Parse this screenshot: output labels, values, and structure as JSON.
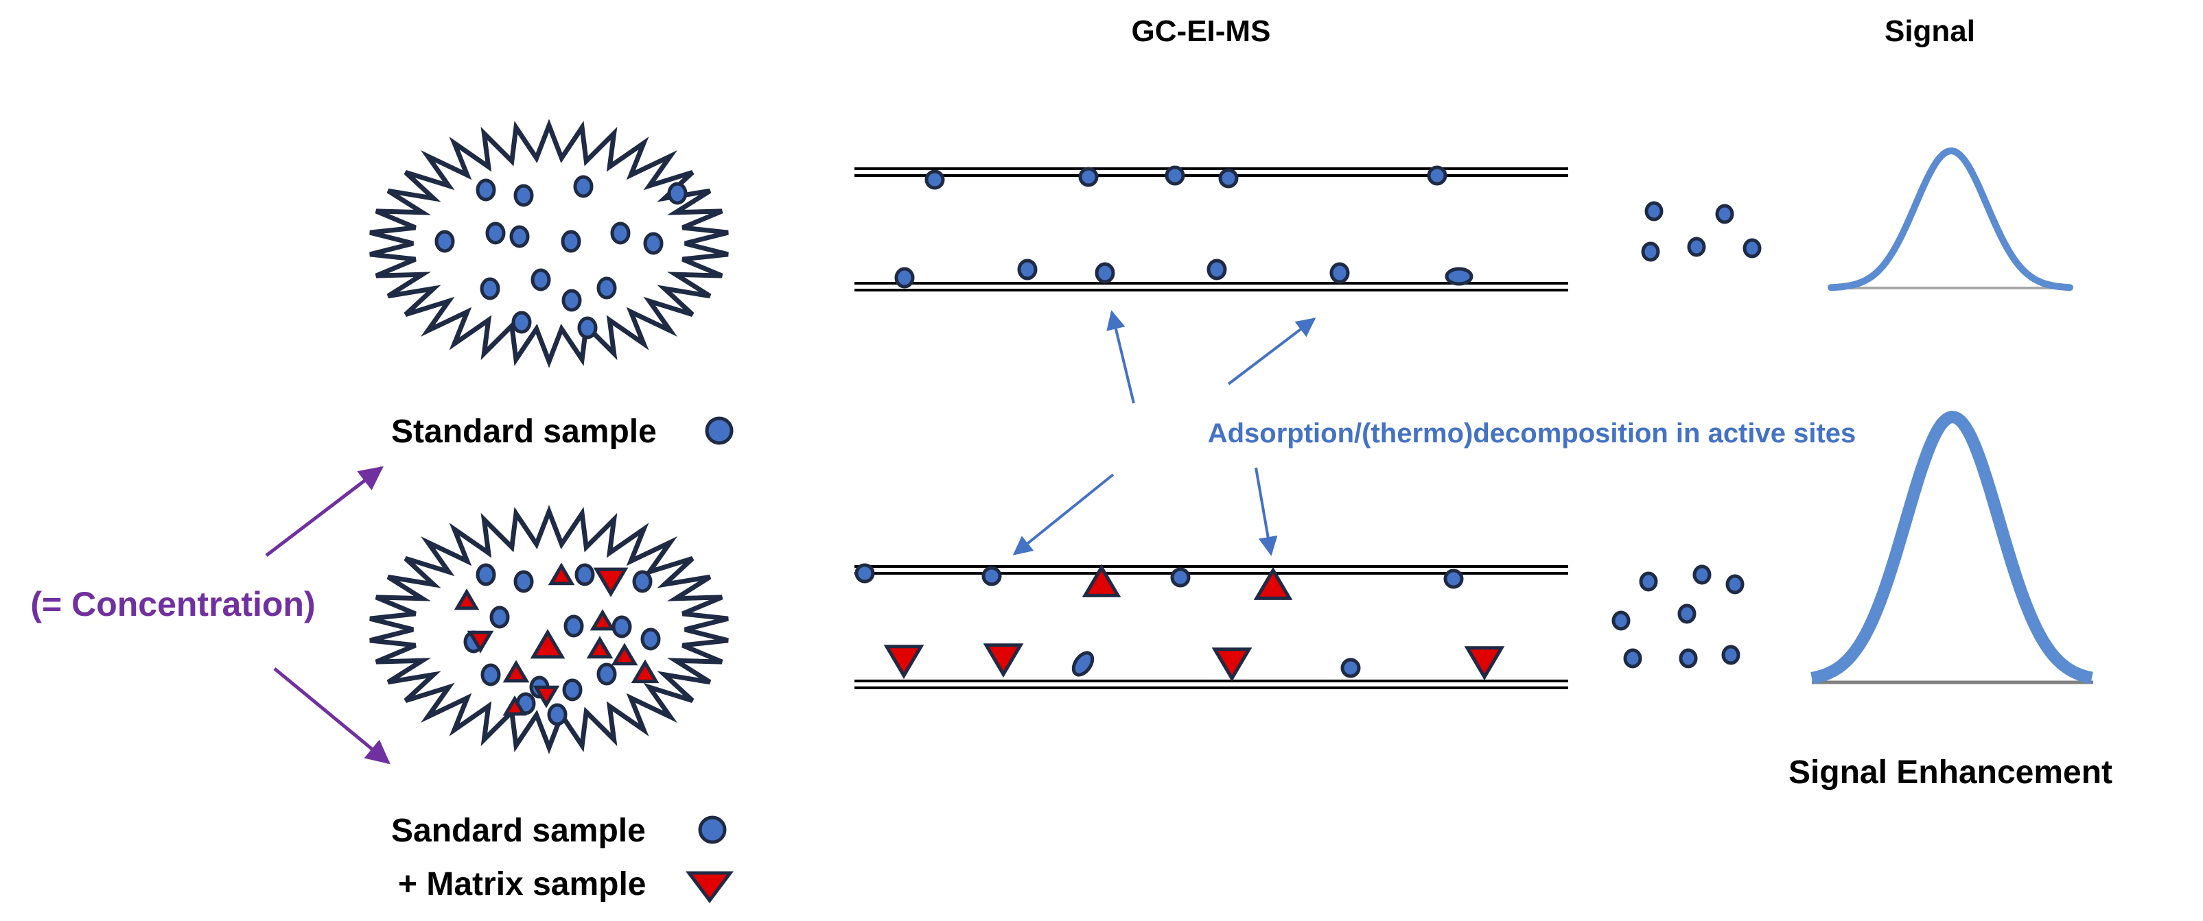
{
  "headers": {
    "instrument": "GC-EI-MS",
    "signal": "Signal"
  },
  "samples": {
    "standard_label": "Standard sample",
    "matrix_label_line1": "Sandard sample",
    "matrix_label_line2": "+ Matrix sample"
  },
  "concentration_label": "(= Concentration)",
  "adsorption_label": "Adsorption/(thermo)decomposition in active sites",
  "enhancement_label": "Signal Enhancement",
  "colors": {
    "analyte_fill": "#4472C4",
    "analyte_outline": "#1F2A44",
    "matrix_fill": "#E00000",
    "blob_outline": "#1F2A44",
    "accent_blue": "#4472C4",
    "accent_purple": "#7030A0",
    "text": "#000000"
  },
  "icons": {
    "analyte": "blue-circle",
    "matrix": "red-triangle"
  }
}
